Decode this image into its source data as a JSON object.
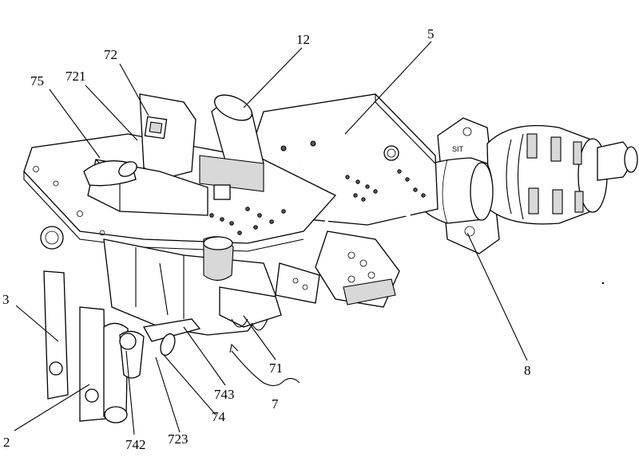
{
  "labels": {
    "l12": "12",
    "l5": "5",
    "l72": "72",
    "l721": "721",
    "l75": "75",
    "l3": "3",
    "l2": "2",
    "l742": "742",
    "l723": "723",
    "l74": "74",
    "l743": "743",
    "l7": "7",
    "l71": "71",
    "l8": "8"
  }
}
